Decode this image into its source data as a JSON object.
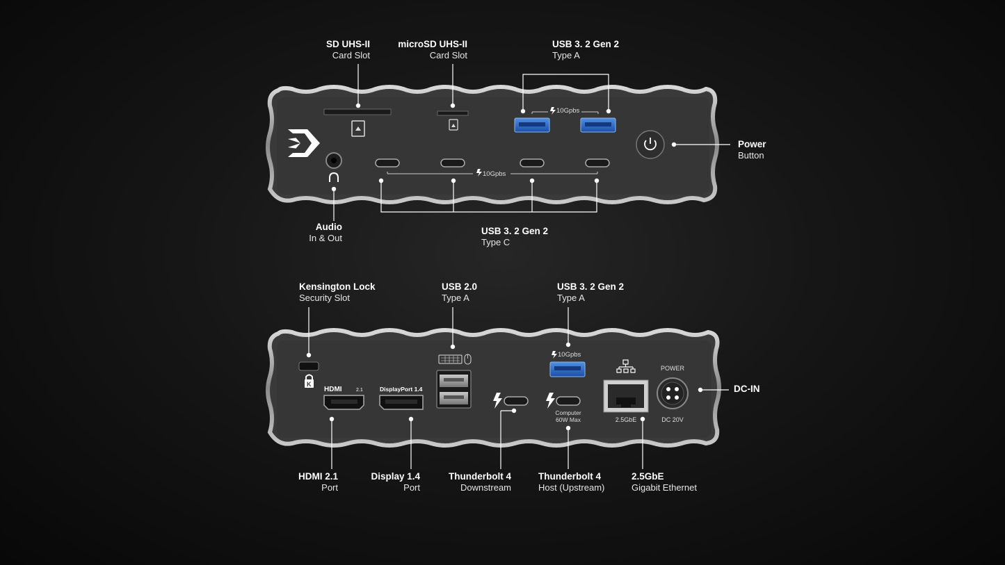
{
  "front_panel": {
    "labels": {
      "sd": {
        "title": "SD UHS-II",
        "subtitle": "Card Slot"
      },
      "microsd": {
        "title": "microSD UHS-II",
        "subtitle": "Card Slot"
      },
      "usb_a": {
        "title": "USB 3. 2 Gen 2",
        "subtitle": "Type A"
      },
      "power": {
        "title": "Power",
        "subtitle": "Button"
      },
      "audio": {
        "title": "Audio",
        "subtitle": "In & Out"
      },
      "usb_c": {
        "title": "USB 3. 2 Gen 2",
        "subtitle": "Type C"
      }
    },
    "speed_usb_a": "10Gpbs",
    "speed_usb_c": "10Gpbs"
  },
  "back_panel": {
    "labels": {
      "kensington": {
        "title": "Kensington Lock",
        "subtitle": "Security Slot"
      },
      "usb2": {
        "title": "USB 2.0",
        "subtitle": "Type A"
      },
      "usb_a": {
        "title": "USB 3. 2 Gen 2",
        "subtitle": "Type A"
      },
      "dcin": {
        "title": "DC-IN",
        "subtitle": ""
      },
      "hdmi": {
        "title": "HDMI 2.1",
        "subtitle": "Port"
      },
      "displayport": {
        "title": "Display 1.4",
        "subtitle": "Port"
      },
      "tb_down": {
        "title": "Thunderbolt 4",
        "subtitle": "Downstream"
      },
      "tb_host": {
        "title": "Thunderbolt 4",
        "subtitle": "Host (Upstream)"
      },
      "ethernet": {
        "title": "2.5GbE",
        "subtitle": "Gigabit Ethernet"
      }
    },
    "port_text": {
      "hdmi_logo": "HDMI",
      "hdmi_ver": "2.1",
      "dp_logo": "DisplayPort 1.4",
      "usb_speed": "10Gpbs",
      "host_line1": "Computer",
      "host_line2": "60W Max",
      "eth_label": "2.5GbE",
      "power_label": "POWER",
      "dc_label": "DC 20V"
    }
  }
}
